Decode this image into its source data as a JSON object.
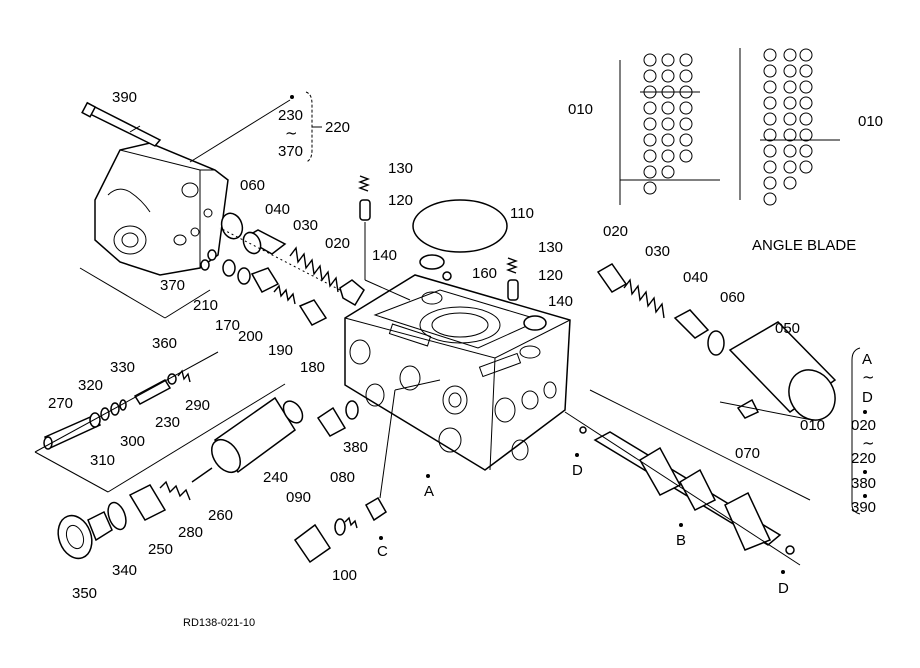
{
  "diagram": {
    "drawing_code": "RD138-021-10",
    "inset_caption": "ANGLE BLADE",
    "group_top": {
      "from": "230",
      "tilde": "~",
      "to": "370",
      "parent": "220"
    },
    "group_right": {
      "a": "A",
      "tilde1": "~",
      "d": "D",
      "b1": "020",
      "tilde2": "~",
      "b2": "220",
      "b3": "380",
      "b4": "390"
    },
    "points": {
      "A": "A",
      "B": "B",
      "C": "C",
      "D": "D"
    },
    "parts": {
      "p010": "010",
      "p020": "020",
      "p030": "030",
      "p040": "040",
      "p050": "050",
      "p060": "060",
      "p070": "070",
      "p080": "080",
      "p090": "090",
      "p100": "100",
      "p110": "110",
      "p120": "120",
      "p130": "130",
      "p140": "140",
      "p160": "160",
      "p170": "170",
      "p180": "180",
      "p190": "190",
      "p200": "200",
      "p210": "210",
      "p230": "230",
      "p240": "240",
      "p250": "250",
      "p260": "260",
      "p270": "270",
      "p280": "280",
      "p290": "290",
      "p300": "300",
      "p310": "310",
      "p320": "320",
      "p330": "330",
      "p340": "340",
      "p350": "350",
      "p360": "360",
      "p370": "370",
      "p380": "380",
      "p390": "390"
    }
  }
}
